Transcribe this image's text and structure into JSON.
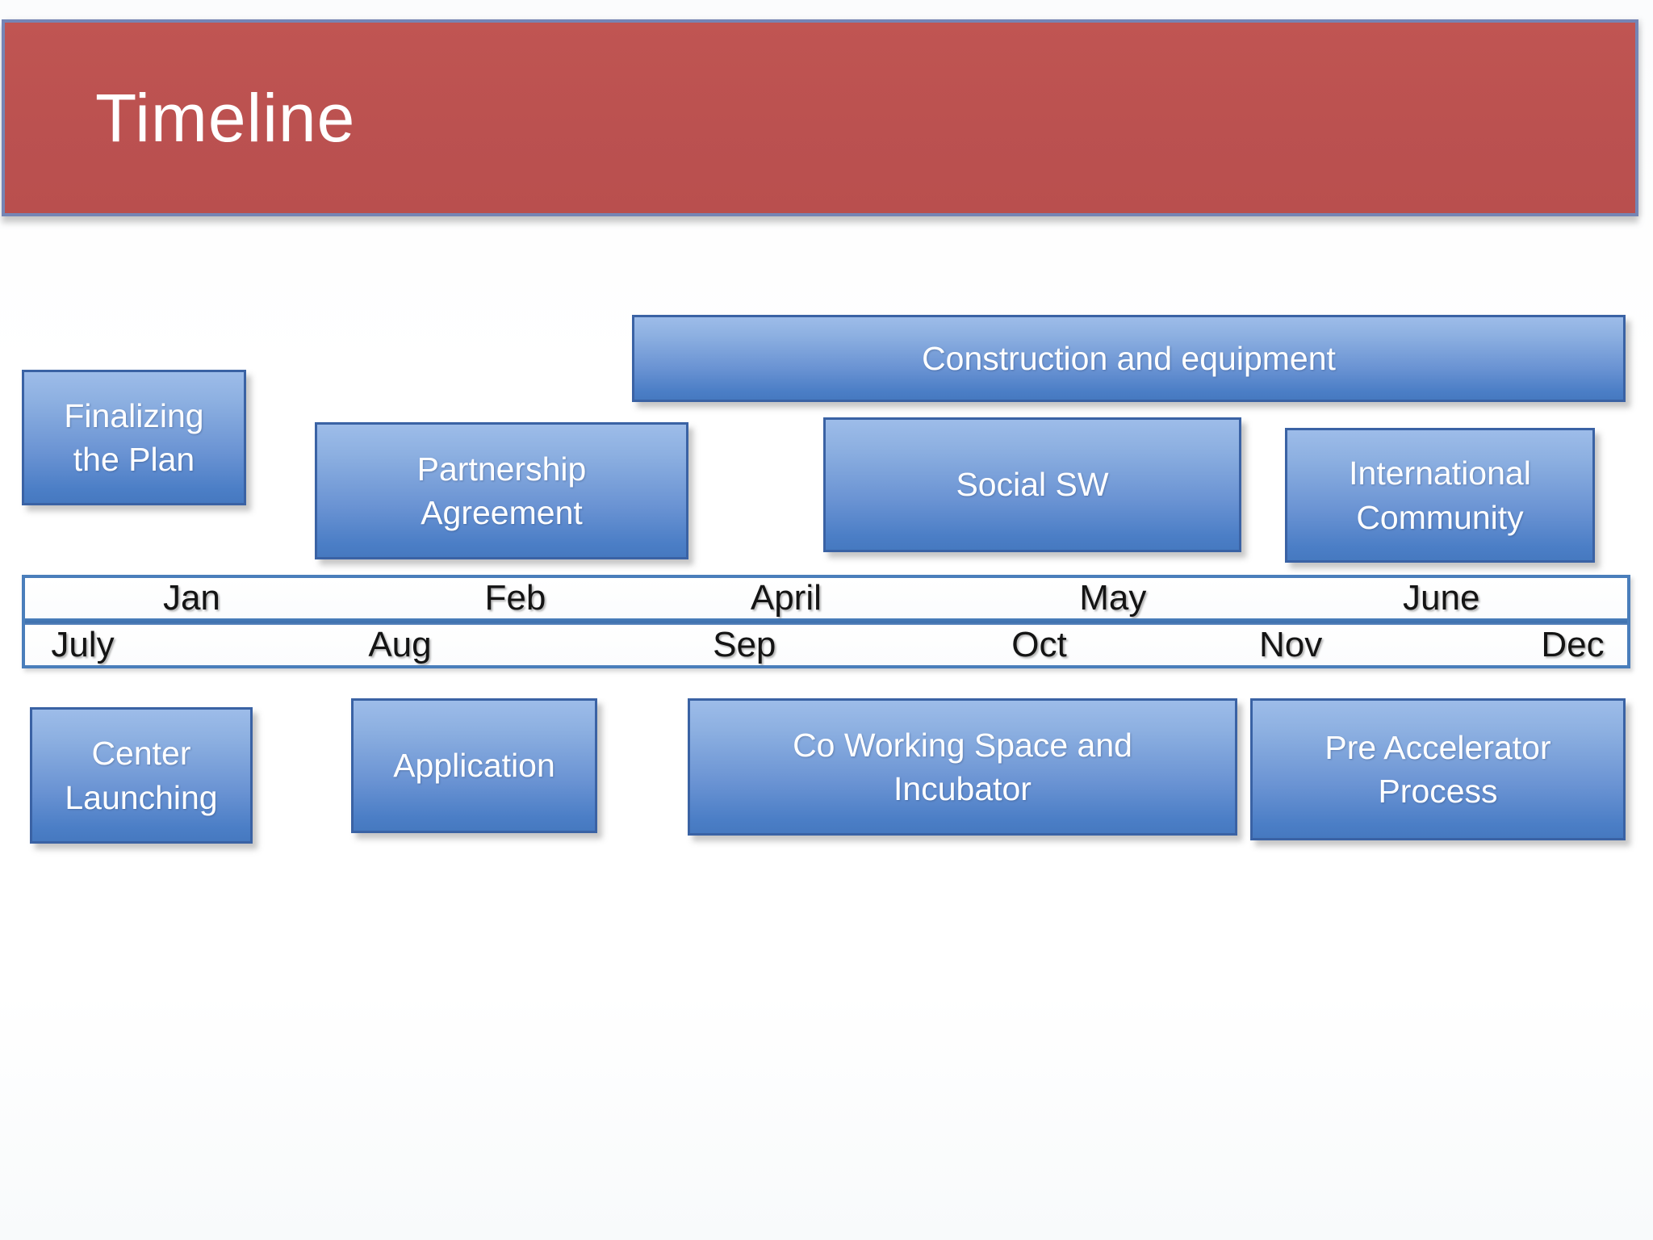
{
  "header": {
    "title": "Timeline",
    "fill_color": "#bb5150",
    "border_color": "#7585b5",
    "text_color": "#ffffff"
  },
  "events": {
    "construction": {
      "label": "Construction and equipment"
    },
    "finalizing": {
      "label": "Finalizing\nthe Plan"
    },
    "partnership": {
      "label": "Partnership\nAgreement"
    },
    "social": {
      "label": "Social SW"
    },
    "international": {
      "label": "International\nCommunity"
    },
    "center_launching": {
      "label": "Center\nLaunching"
    },
    "application": {
      "label": "Application"
    },
    "coworking": {
      "label": "Co Working Space and\nIncubator"
    },
    "pre_accelerator": {
      "label": "Pre Accelerator\nProcess"
    }
  },
  "timeline": {
    "first_half_months": [
      "Jan",
      "Feb",
      "April",
      "May",
      "June"
    ],
    "second_half_months": [
      "July",
      "Aug",
      "Sep",
      "Oct",
      "Nov",
      "Dec"
    ],
    "border_color": "#4a7ebb",
    "month_text_color": "#141414"
  },
  "colors": {
    "event_fill_top": "#9dbce9",
    "event_fill_bottom": "#4b7ec6",
    "event_border": "#3a62a4",
    "event_text": "#ffffff"
  }
}
